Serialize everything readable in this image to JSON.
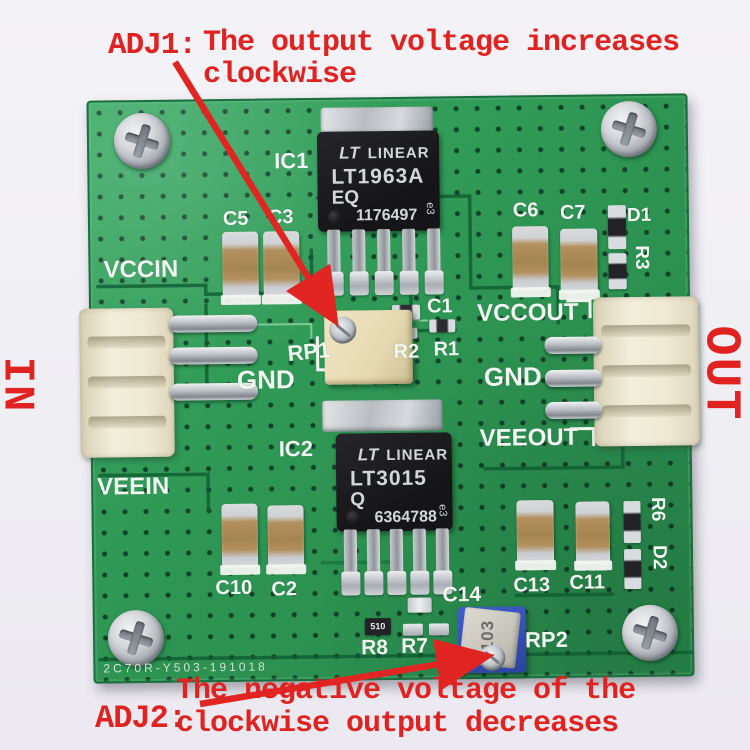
{
  "colors": {
    "annotation_red": "#e02320",
    "board_green": "#2f9e57",
    "trace_dark_green": "#0f5d31",
    "silkscreen_white": "#f2f7f1",
    "ic_black": "#1a1a1d",
    "connector_cream": "#f0ead4",
    "trimmer1_beige": "#e9dfb8",
    "trimmer2_blue": "#3a56bd"
  },
  "annotations": {
    "adj1_label": "ADJ1:",
    "adj1_line1": "The output voltage increases",
    "adj1_line2": "clockwise",
    "adj2_label": "ADJ2:",
    "adj2_line1": "The negative voltage of the",
    "adj2_line2": "clockwise output decreases",
    "in_label": "IN",
    "out_label": "OUT"
  },
  "board": {
    "id_text": "2C70R-Y503-191018",
    "ic1": {
      "logo": "LT",
      "brand": "LINEAR",
      "part": "LT1963A",
      "suffix": "EQ",
      "lot": "1176497",
      "mark": "e3"
    },
    "ic2": {
      "logo": "LT",
      "brand": "LINEAR",
      "part": "LT3015",
      "suffix": "Q",
      "lot": "6364788",
      "mark": "e3"
    },
    "rp2_marking": "103",
    "smd_marking_510": "510",
    "silkscreen": {
      "ic1": "IC1",
      "c5": "C5",
      "c3": "C3",
      "vccin": "VCCIN",
      "gnd_left": "GND",
      "rp1": "RP1",
      "r2": "R2",
      "r1": "R1",
      "c1": "C1",
      "vccout": "VCCOUT",
      "gnd_right": "GND",
      "veeout": "VEEOUT",
      "c6": "C6",
      "c7": "C7",
      "d1": "D1",
      "r3": "R3",
      "ic2": "IC2",
      "veein": "VEEIN",
      "c10": "C10",
      "c2": "C2",
      "c13": "C13",
      "c11": "C11",
      "r6": "R6",
      "d2": "D2",
      "c14": "C14",
      "r8": "R8",
      "r7": "R7",
      "rp2": "RP2"
    }
  }
}
